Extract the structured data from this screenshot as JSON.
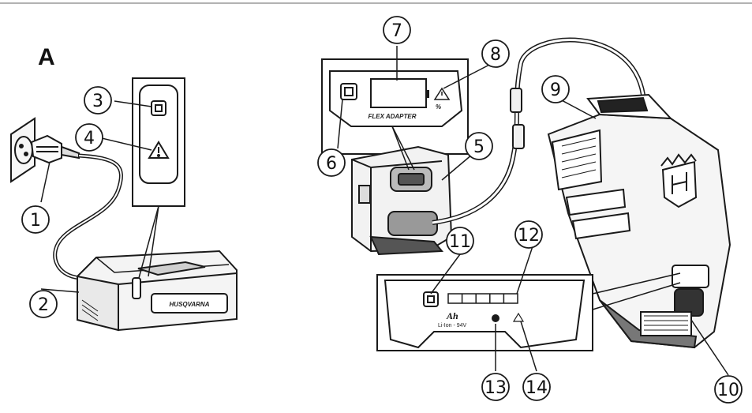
{
  "panel_label": "A",
  "charger_brand": "HUSQVARNA",
  "adapter_label": "FLEX ADAPTER",
  "percent_sign": "%",
  "battery_capacity_unit": "Ah",
  "battery_chemistry": "Li-Ion - 94V",
  "callouts": [
    "1",
    "2",
    "3",
    "4",
    "5",
    "6",
    "7",
    "8",
    "9",
    "10",
    "11",
    "12",
    "13",
    "14"
  ],
  "icons": {
    "battery_button": "battery-button-icon",
    "warning": "warning-triangle-icon",
    "wall_socket": "wall-socket-icon",
    "plug": "power-plug-icon",
    "charger": "battery-charger",
    "backpack_battery": "backpack-battery",
    "flex_adapter": "flex-adapter"
  },
  "colors": {
    "line": "#1a1a1a",
    "background": "#ffffff",
    "fill_light": "#f2f2f2"
  }
}
